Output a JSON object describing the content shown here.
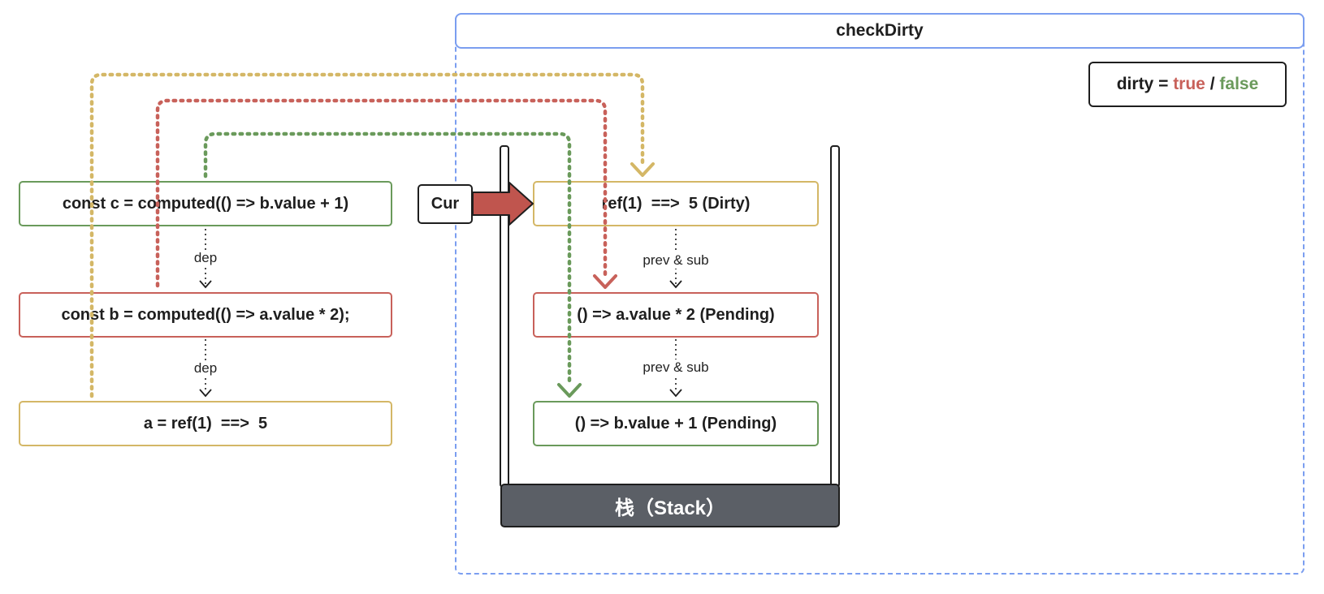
{
  "frame": {
    "title": "checkDirty"
  },
  "legend": {
    "prefix": "dirty = ",
    "true_word": "true",
    "separator": " / ",
    "false_word": "false",
    "true_color": "#c8615a",
    "false_color": "#6a9a5b"
  },
  "left_nodes": {
    "c": "const c = computed(() => b.value + 1)",
    "b": "const b = computed(() => a.value * 2);",
    "a": "a = ref(1)  ==>  5"
  },
  "left_edges": [
    "dep",
    "dep"
  ],
  "cursor": {
    "label": "Cur"
  },
  "stack": {
    "items": [
      "ref(1)  ==>  5 (Dirty)",
      "() => a.value * 2 (Pending)",
      "() => b.value + 1 (Pending)"
    ],
    "edge_labels": [
      "prev & sub",
      "prev & sub"
    ],
    "base_label": "栈（Stack）"
  },
  "colors": {
    "green": "#6a9a5b",
    "red": "#c8615a",
    "yellow": "#d4b766",
    "frame_blue": "#7b9ef0",
    "stack_gray": "#5b5f66"
  }
}
